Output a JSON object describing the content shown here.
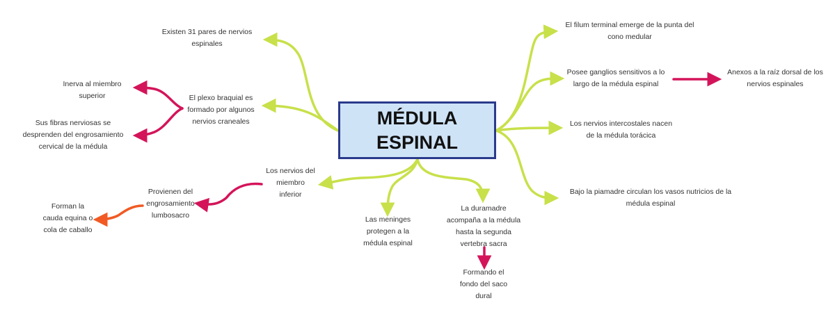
{
  "central": "MÉDULA\nESPINAL",
  "nodes": {
    "pares": "Existen 31 pares de nervios\nespinales",
    "plexo": "El plexo braquial es\nformado por algunos\nnervios craneales",
    "inerva": "Inerva al miembro\nsuperior",
    "fibras": "Sus fibras nerviosas se\ndesprenden del engrosamiento\ncervical de la médula",
    "nervios_inferior": "Los nervios del\nmiembro\ninferior",
    "provienen": "Provienen del\nengrosamiento\nlumbosacro",
    "cauda": "Forman la\ncauda equina o\ncola de caballo",
    "meninges": "Las meninges\nprotegen a la\nmédula espinal",
    "duramadre": "La duramadre\nacompaña a la médula\nhasta la segunda\nvertebra sacra",
    "saco": "Formando el\nfondo del saco\ndural",
    "filum": "El filum terminal emerge de la punta del\ncono medular",
    "ganglios": "Posee ganglios sensitivos a lo\nlargo de la médula espinal",
    "anexos": "Anexos a la raíz dorsal de los\nnervios espinales",
    "intercostales": "Los nervios intercostales nacen\nde la médula torácica",
    "piamadre": "Bajo la piamadre circulan los vasos nutricios de la\nmédula espinal"
  },
  "colors": {
    "branch": "#c8e04a",
    "sub": "#d4145a",
    "leaf": "#f15a24",
    "central_fill": "#cfe3f7",
    "central_border": "#2a3a8c"
  }
}
